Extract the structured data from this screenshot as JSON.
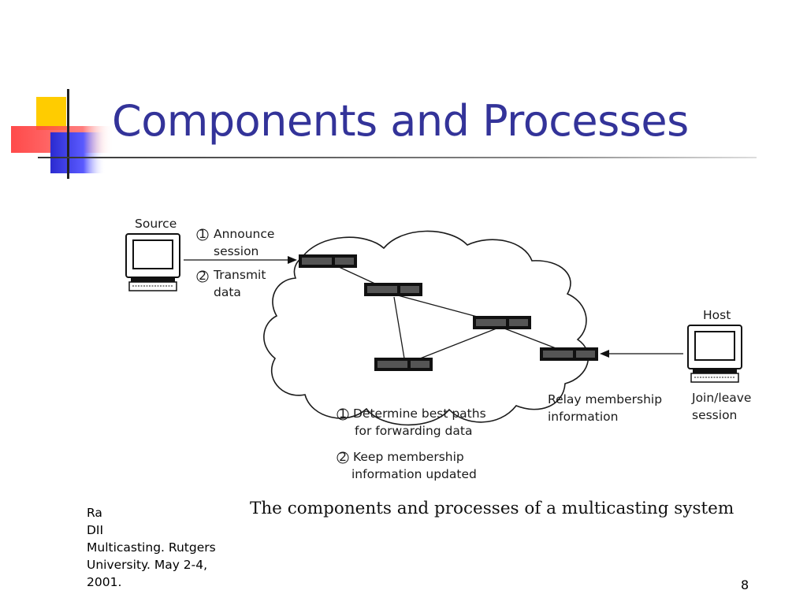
{
  "slide": {
    "title": "Components and Processes",
    "page_number": "8"
  },
  "diagram": {
    "source_label": "Source",
    "host_label": "Host",
    "source_steps": [
      {
        "num": "1",
        "lines": [
          "Announce",
          "session"
        ]
      },
      {
        "num": "2",
        "lines": [
          "Transmit",
          "data"
        ]
      }
    ],
    "router_steps": [
      {
        "num": "1",
        "lines": [
          "Determine best paths",
          "for forwarding data"
        ]
      },
      {
        "num": "2",
        "lines": [
          "Keep membership",
          "information updated"
        ]
      }
    ],
    "relay_label": [
      "Relay membership",
      "information"
    ],
    "host_action": [
      "Join/leave",
      "session"
    ],
    "caption": "The components and processes of a multicasting system"
  },
  "footer": {
    "citation_lines": [
      "Ra",
      "DII",
      "Multicasting. Rutgers",
      "University.  May 2-4,",
      "2001."
    ]
  },
  "colors": {
    "title": "#333399",
    "yellow": "#ffcc00",
    "blue": "#3333cc",
    "red": "#ff3333"
  }
}
